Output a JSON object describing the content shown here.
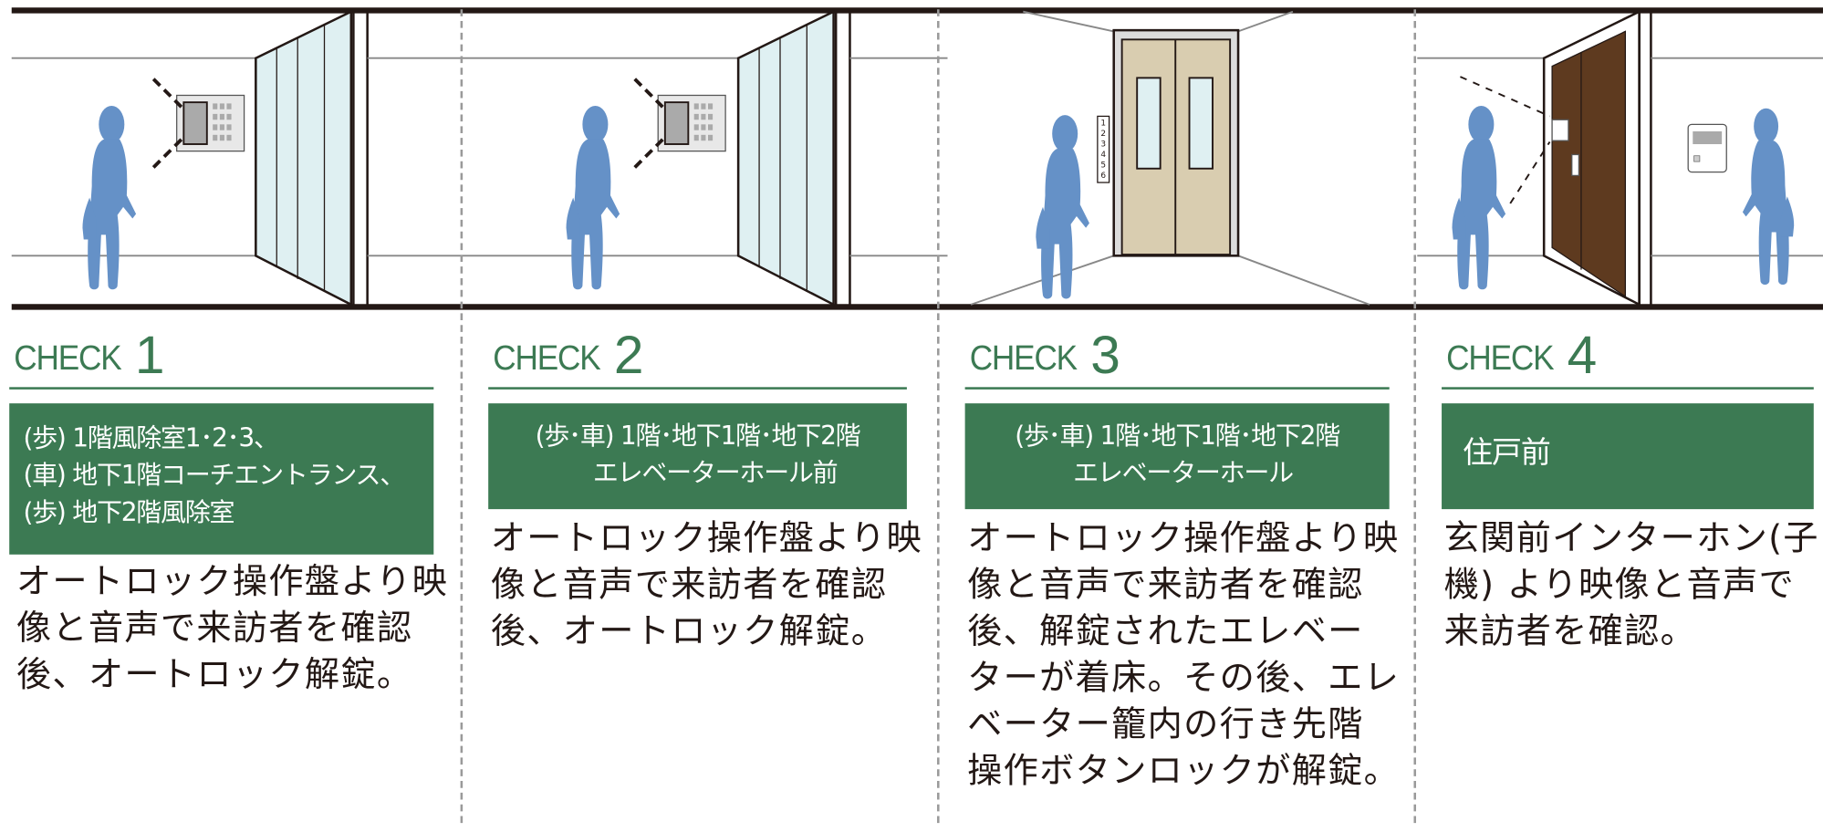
{
  "colors": {
    "accent": "#3c7a53",
    "figure": "#6591c7",
    "text": "#231815"
  },
  "floor_buttons": [
    "1",
    "2",
    "3",
    "4",
    "5",
    "6"
  ],
  "checks": [
    {
      "word": "CHECK",
      "number": "1",
      "location_lines": [
        "(歩) 1階風除室1･2･3、",
        "(車) 地下1階コーチエントランス、",
        "(歩) 地下2階風除室"
      ],
      "description_lines": [
        "オートロック操作盤より映",
        "像と音声で来訪者を確認",
        "後、オートロック解錠。"
      ]
    },
    {
      "word": "CHECK",
      "number": "2",
      "location_lines": [
        "(歩･車) 1階･地下1階･地下2階",
        "エレベーターホール前"
      ],
      "description_lines": [
        "オートロック操作盤より映",
        "像と音声で来訪者を確認",
        "後、オートロック解錠。"
      ]
    },
    {
      "word": "CHECK",
      "number": "3",
      "location_lines": [
        "(歩･車) 1階･地下1階･地下2階",
        "エレベーターホール"
      ],
      "description_lines": [
        "オートロック操作盤より映",
        "像と音声で来訪者を確認",
        "後、解錠されたエレベー",
        "ターが着床。その後、エレ",
        "ベーター籠内の行き先階",
        "操作ボタンロックが解錠。"
      ]
    },
    {
      "word": "CHECK",
      "number": "4",
      "location_lines": [
        "住戸前"
      ],
      "description_lines": [
        "玄関前インターホン(子",
        "機) より映像と音声で",
        "来訪者を確認。"
      ]
    }
  ]
}
